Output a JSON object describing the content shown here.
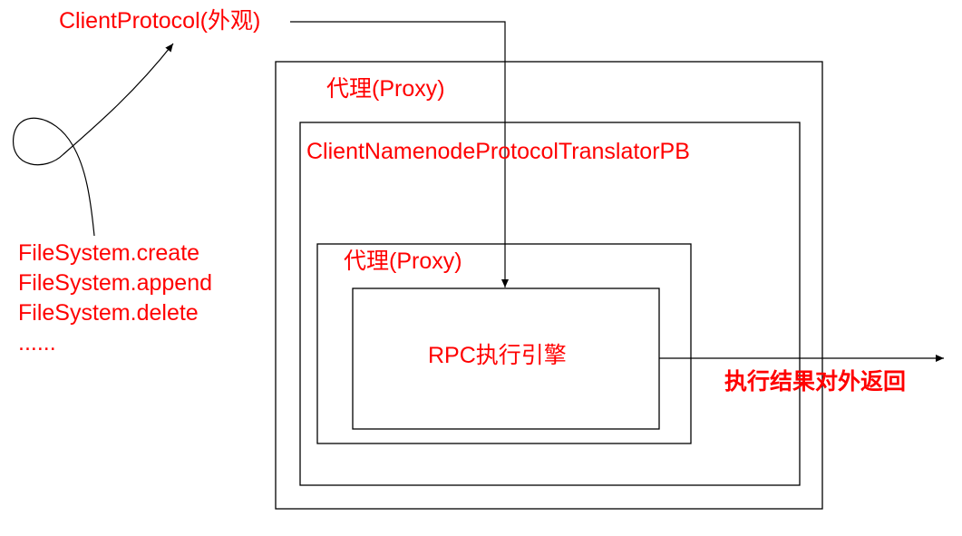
{
  "labels": {
    "client_protocol": "ClientProtocol(外观)",
    "proxy_outer": "代理(Proxy)",
    "translator": "ClientNamenodeProtocolTranslatorPB",
    "proxy_inner": "代理(Proxy)",
    "rpc_engine": "RPC执行引擎",
    "result": "执行结果对外返回"
  },
  "filesystem_calls": [
    "FileSystem.create",
    "FileSystem.append",
    "FileSystem.delete",
    "......"
  ],
  "colors": {
    "text": "#ff0000",
    "stroke": "#000000"
  }
}
